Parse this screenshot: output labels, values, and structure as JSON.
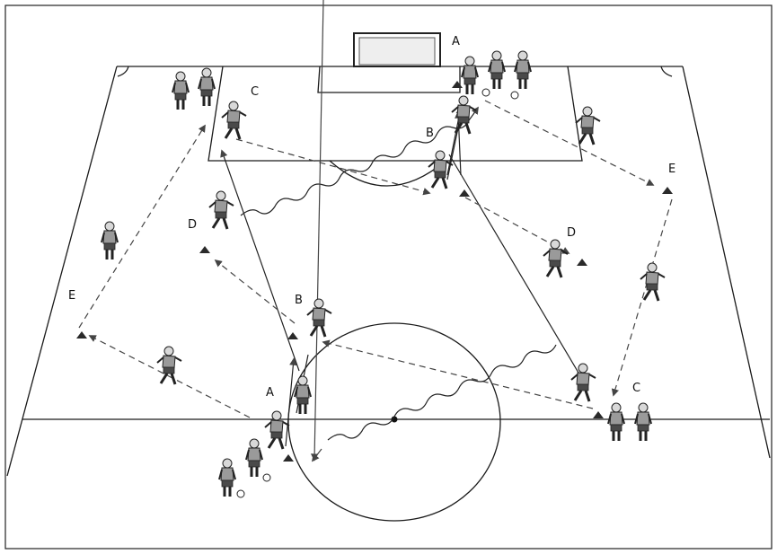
{
  "diagram": {
    "labels": {
      "a_top": "A",
      "a_bottom": "A",
      "b_top": "B",
      "b_mid": "B",
      "c_top": "C",
      "c_bottom": "C",
      "d_left": "D",
      "d_right": "D",
      "e_left": "E",
      "e_right": "E"
    },
    "colors": {
      "field_line": "#1a1a1a",
      "player_shirt": "#9a9a9a",
      "player_shorts": "#4a4a4a",
      "cone": "#2a2a2a",
      "arrow": "#444444"
    },
    "icons": {
      "player": "player-figure",
      "cone": "cone-icon",
      "ball": "ball-icon",
      "goal": "goal-icon"
    }
  }
}
